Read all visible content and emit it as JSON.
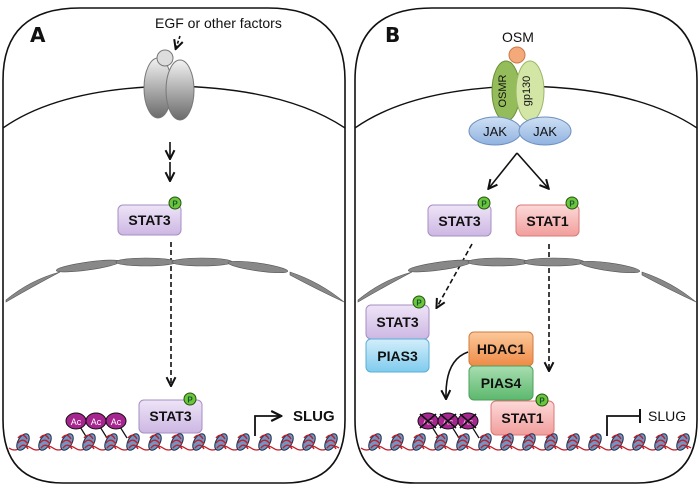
{
  "panels": [
    {
      "letter": "A",
      "ligand": "EGF or other factors",
      "cytoplasm_protein": "STAT3",
      "nuclear_protein": "STAT3",
      "phospho": "P",
      "acetyl": [
        "Ac",
        "Ac",
        "Ac"
      ],
      "gene": "SLUG",
      "gene_state": "activated"
    },
    {
      "letter": "B",
      "ligand": "OSM",
      "receptor_left": "OSMR",
      "receptor_right": "gp130",
      "kinase_left": "JAK",
      "kinase_right": "JAK",
      "cytoplasm_proteins": [
        "STAT3",
        "STAT1"
      ],
      "phospho": "P",
      "complex_left": [
        "STAT3",
        "PIAS3"
      ],
      "complex_right": [
        "HDAC1",
        "PIAS4",
        "STAT1"
      ],
      "acetyl": [
        "Ac",
        "Ac",
        "Ac"
      ],
      "gene": "SLUG",
      "gene_state": "repressed"
    }
  ],
  "colors": {
    "stat3": "#d9c8ea",
    "stat1": "#f7b9b7",
    "pias3": "#a9dcf2",
    "hdac1": "#f5a96b",
    "pias4": "#7fcb8c",
    "phospho": "#6dc53b",
    "acetyl": "#a6258f",
    "jak": "#a9c6e8",
    "osmr": "#95bc5a",
    "gp130": "#d3e6a6",
    "osm": "#f4a97a",
    "dna": "#c0202a",
    "nucleosome": "#5f87b6"
  }
}
